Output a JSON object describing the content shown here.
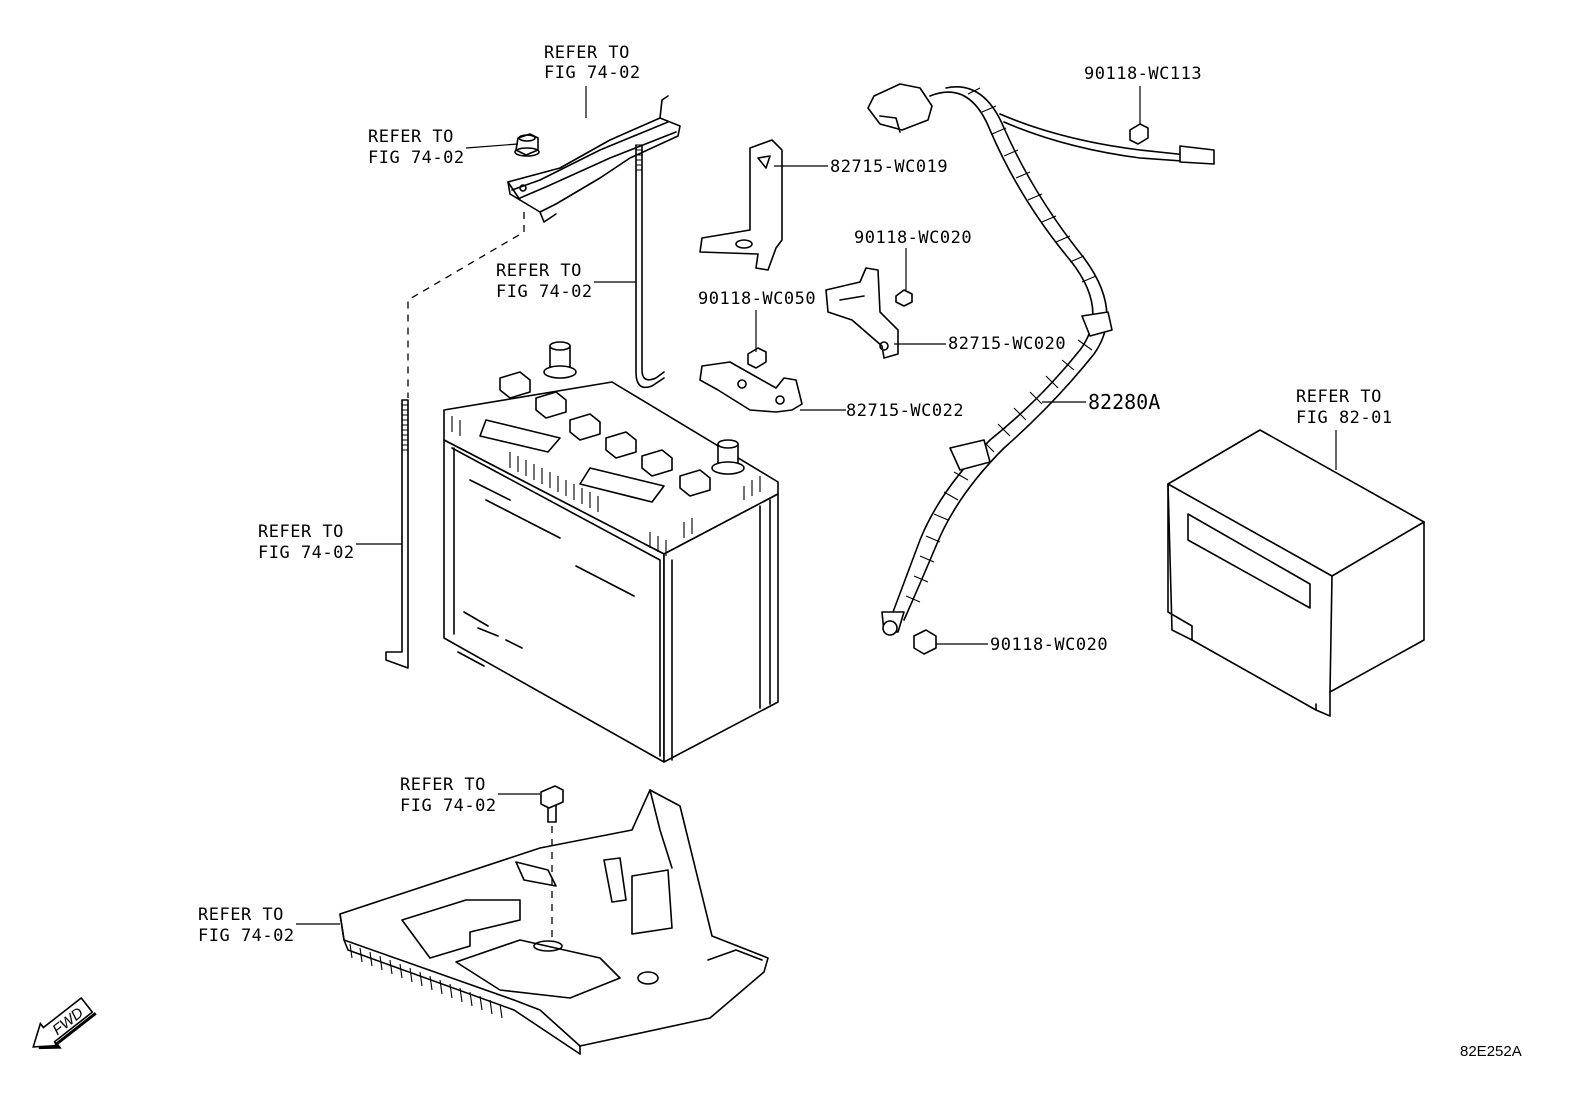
{
  "labels": {
    "ref_top_strap_1": "REFER TO",
    "ref_top_strap_2": "FIG 74-02",
    "ref_nut_1": "REFER TO",
    "ref_nut_2": "FIG 74-02",
    "ref_rod_right_1": "REFER TO",
    "ref_rod_right_2": "FIG 74-02",
    "ref_rod_left_1": "REFER TO",
    "ref_rod_left_2": "FIG 74-02",
    "ref_tray_bolt_1": "REFER TO",
    "ref_tray_bolt_2": "FIG 74-02",
    "ref_tray_1": "REFER TO",
    "ref_tray_2": "FIG 74-02",
    "ref_cover_1": "REFER TO",
    "ref_cover_2": "FIG 82-01",
    "part_82715_wc019": "82715-WC019",
    "part_90118_wc020_top": "90118-WC020",
    "part_82715_wc020": "82715-WC020",
    "part_90118_wc050": "90118-WC050",
    "part_82715_wc022": "82715-WC022",
    "part_90118_wc113": "90118-WC113",
    "part_82280a": "82280A",
    "part_90118_wc020_bottom": "90118-WC020",
    "fwd_arrow": "FWD",
    "figure_code": "82E252A"
  }
}
